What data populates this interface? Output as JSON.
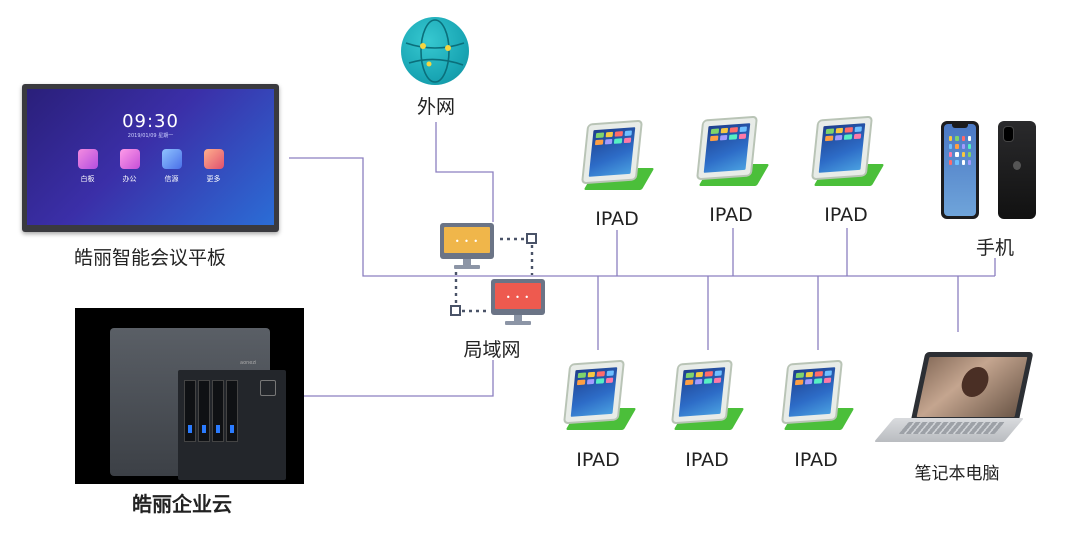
{
  "devices": {
    "panel": {
      "label": "皓丽智能会议平板",
      "screen_time": "09:30",
      "screen_date": "2019/01/09  星期一",
      "apps": [
        {
          "name": "白板",
          "color": "#f26ac4"
        },
        {
          "name": "办公",
          "color": "#e659d0"
        },
        {
          "name": "信源",
          "color": "#5fa0ff"
        },
        {
          "name": "更多",
          "color": "#f07a5a"
        }
      ]
    },
    "cloud": {
      "label": "皓丽企业云",
      "logo_text": "aonezi"
    },
    "internet": {
      "label": "外网"
    },
    "lan": {
      "label": "局域网",
      "pc_dots": "• • •"
    },
    "ipads_top": [
      {
        "label": "IPAD"
      },
      {
        "label": "IPAD"
      },
      {
        "label": "IPAD"
      }
    ],
    "ipads_bottom": [
      {
        "label": "IPAD"
      },
      {
        "label": "IPAD"
      },
      {
        "label": "IPAD"
      }
    ],
    "phone": {
      "label": "手机"
    },
    "laptop": {
      "label": "笔记本电脑"
    }
  },
  "colors": {
    "line": "#7e6fb3",
    "globe": "#1aa7b5",
    "pc_top_screen": "#f0b64a",
    "pc_bottom_screen": "#ee5a4f",
    "ipad_cover": "#4bbf3a"
  }
}
